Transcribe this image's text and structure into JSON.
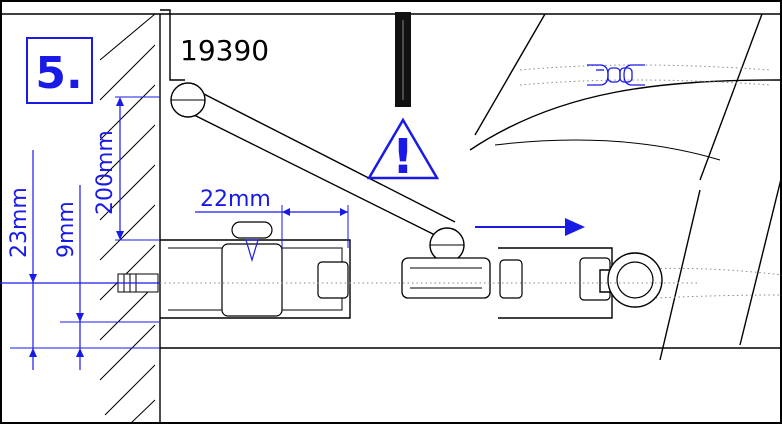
{
  "step": {
    "number": "5."
  },
  "product": {
    "code": "19390"
  },
  "dimensions": {
    "height_200": "200mm",
    "width_22": "22mm",
    "offset_23": "23mm",
    "offset_9": "9mm"
  },
  "warning": {
    "mark": "!"
  },
  "colors": {
    "accent": "#1a1ae6",
    "line": "#000000"
  }
}
